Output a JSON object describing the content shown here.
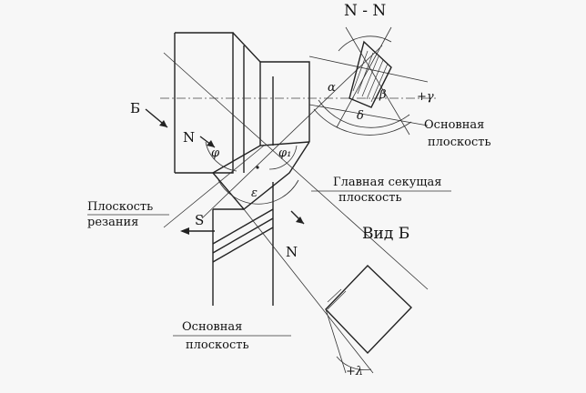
{
  "labels": {
    "section_title": "N - N",
    "view_marker": "Б",
    "section_mark_left": "N",
    "section_mark_lower": "N",
    "feed_mark": "S",
    "cutting_plane": [
      "Плоскость",
      "резания"
    ],
    "main_secant_plane": [
      "Главная секущая",
      "плоскость"
    ],
    "base_plane_top": [
      "Основная",
      "плоскость"
    ],
    "base_plane_bottom": [
      "Основная",
      "плоскость"
    ],
    "view_title": "Вид Б"
  },
  "angles": {
    "alpha": "α",
    "beta": "β",
    "gamma": "+γ",
    "delta": "δ",
    "phi": "φ",
    "phi1": "φ₁",
    "epsilon": "ε",
    "lambda": "+λ"
  }
}
